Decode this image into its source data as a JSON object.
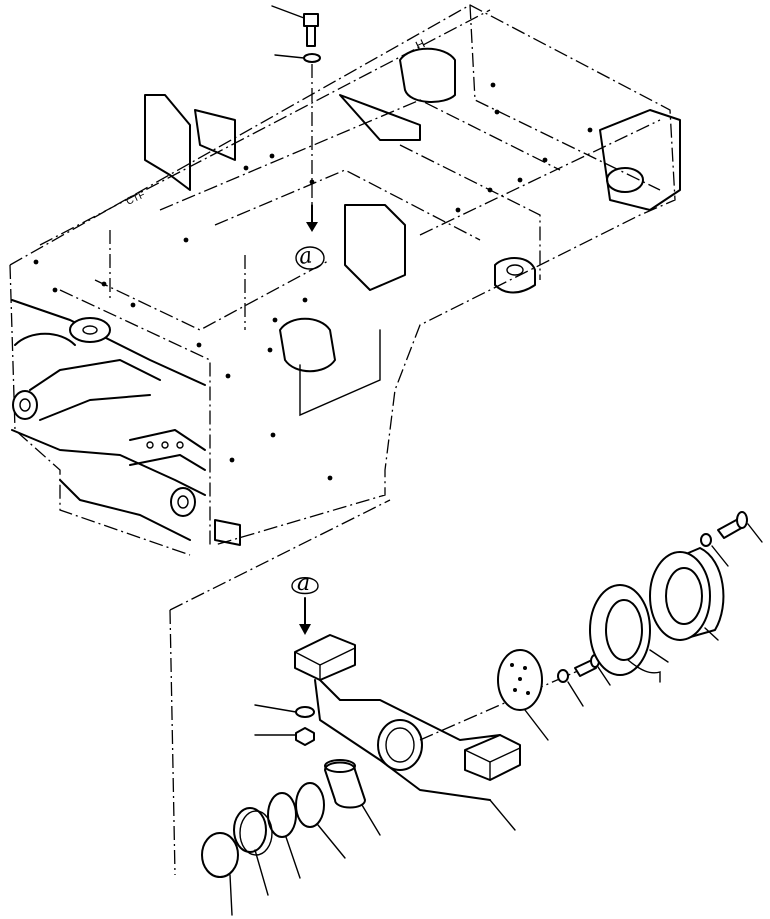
{
  "diagram": {
    "type": "exploded parts drawing",
    "reference_labels": {
      "upper": "a",
      "lower": "a"
    },
    "frame_marks": {
      "top_mark": "H",
      "side_mark": "CTF"
    }
  }
}
